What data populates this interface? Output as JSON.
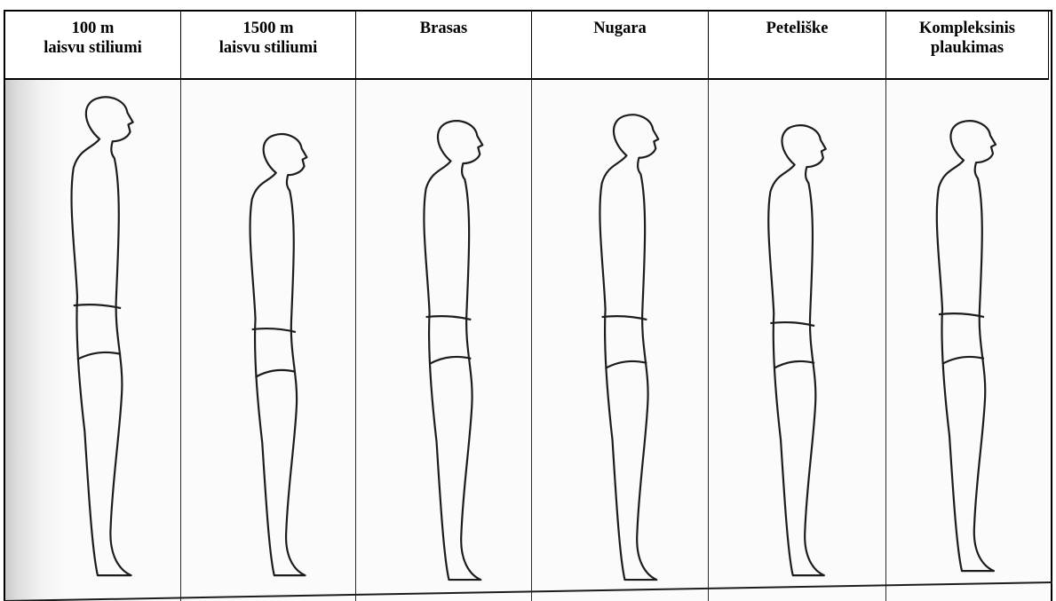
{
  "columns": [
    {
      "label": "100 m\nlaisvu stiliumi",
      "icon": "swimmer-silhouette-icon"
    },
    {
      "label": "1500 m\nlaisvu stiliumi",
      "icon": "swimmer-silhouette-icon"
    },
    {
      "label": "Brasas",
      "icon": "swimmer-silhouette-icon"
    },
    {
      "label": "Nugara",
      "icon": "swimmer-silhouette-icon"
    },
    {
      "label": "Peteliške",
      "icon": "swimmer-silhouette-icon"
    },
    {
      "label": "Kompleksinis\nplaukimas",
      "icon": "swimmer-silhouette-icon"
    }
  ],
  "colors": {
    "line": "#1c1c1c",
    "border": "#000000",
    "paper": "#fbfbfb"
  }
}
